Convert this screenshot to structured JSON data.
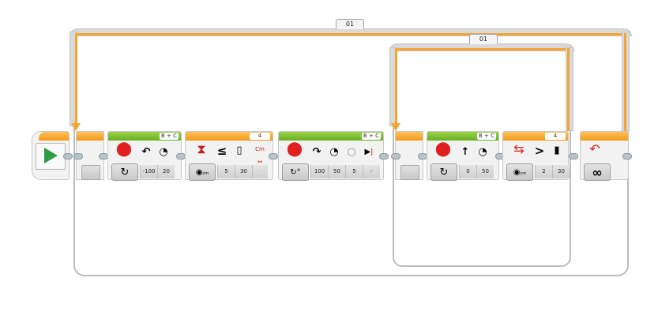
{
  "program": {
    "loops": [
      {
        "name": "outer-loop",
        "label": "01",
        "mode": "infinite",
        "mode_icon": "infinity-icon"
      },
      {
        "name": "inner-loop",
        "label": "01",
        "mode": "ultrasonic-sensor-compare",
        "mode_icon": "ultrasonic-compare-icon"
      }
    ],
    "start": {
      "icon": "play-icon"
    },
    "blocks": [
      {
        "name": "move-steering-1",
        "port": "B + C",
        "type": "move-steering",
        "mode_icon": "on-icon",
        "params": [
          {
            "icon": "steering-icon",
            "value": "-100"
          },
          {
            "icon": "power-icon",
            "value": "20"
          }
        ]
      },
      {
        "name": "wait-ultrasonic",
        "port": "4",
        "type": "wait-ultrasonic",
        "mode_icon": "ultrasonic-compare-distance-cm-icon",
        "params": [
          {
            "icon": "compare-type-icon",
            "value": "5",
            "glyph": "≤"
          },
          {
            "icon": "threshold-icon",
            "value": "30"
          },
          {
            "icon": "distance-cm-icon",
            "value": ""
          }
        ]
      },
      {
        "name": "move-steering-2",
        "port": "B + C",
        "type": "move-steering",
        "mode_icon": "on-for-degrees-icon",
        "params": [
          {
            "icon": "steering-icon",
            "value": "100"
          },
          {
            "icon": "power-icon",
            "value": "50"
          },
          {
            "icon": "degrees-icon",
            "value": "5"
          },
          {
            "icon": "brake-at-end-icon",
            "value": "✓"
          }
        ]
      },
      {
        "name": "move-steering-3",
        "port": "B + C",
        "type": "move-steering",
        "mode_icon": "on-icon",
        "params": [
          {
            "icon": "steering-straight-icon",
            "value": "0"
          },
          {
            "icon": "power-icon",
            "value": "50"
          }
        ]
      },
      {
        "name": "loop-exit-ultrasonic",
        "port": "4",
        "type": "loop-condition-ultrasonic",
        "mode_icon": "ultrasonic-compare-distance-cm-icon",
        "params": [
          {
            "icon": "compare-type-icon",
            "value": "2",
            "glyph": ">"
          },
          {
            "icon": "threshold-icon",
            "value": "30"
          }
        ]
      },
      {
        "name": "loop-end-outer",
        "type": "loop-end",
        "mode_icon": "infinity-icon",
        "mode_glyph": "∞"
      }
    ]
  },
  "colors": {
    "loop_orange": "#f5a431",
    "motor_green": "#6aae22",
    "sensor_orange": "#f29a1a",
    "play_green": "#2e9c44",
    "motor_red": "#e02020"
  }
}
